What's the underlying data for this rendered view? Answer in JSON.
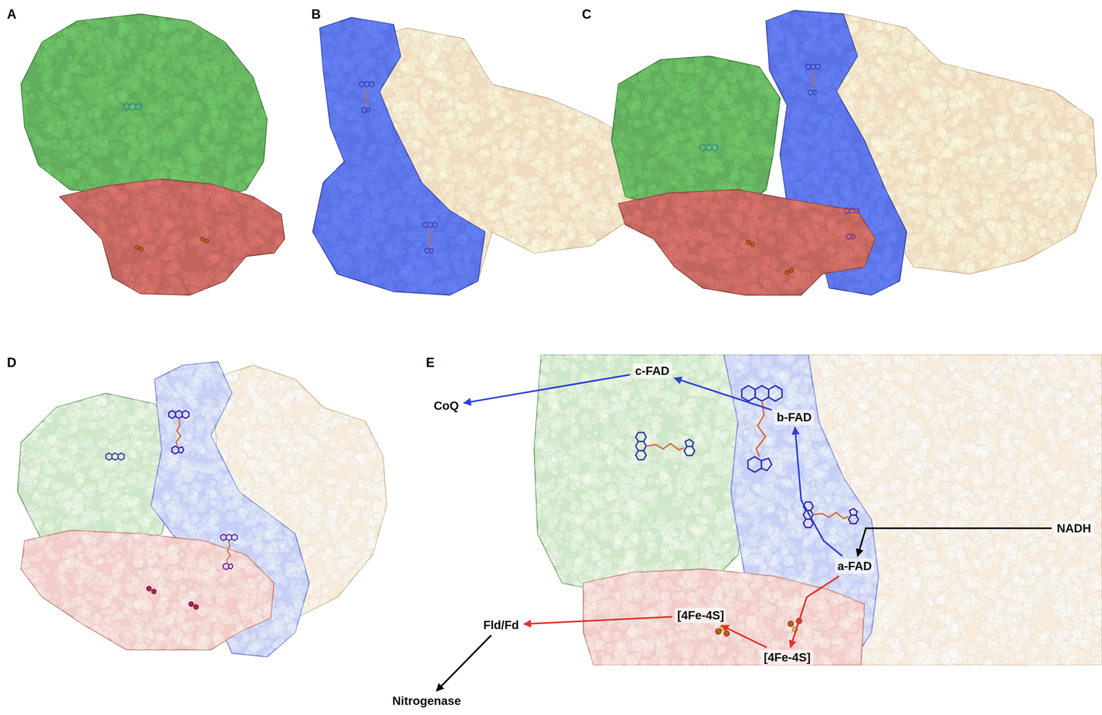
{
  "diagram": {
    "nodes": [
      {
        "text": [
          "CoQ"
        ]
      },
      {
        "text": [
          "c-FAD"
        ]
      },
      {
        "text": [
          "b-FAD"
        ]
      },
      {
        "text": [
          "NADH"
        ]
      },
      {
        "text": [
          "a-FAD"
        ]
      },
      {
        "text": [
          "[4Fe-4S]"
        ]
      },
      {
        "text": [
          "[4Fe-4S]"
        ]
      },
      {
        "text": [
          "Fld/Fd"
        ]
      },
      {
        "text": [
          "Nitrogenase"
        ]
      }
    ],
    "edges": [
      {
        "from": 1,
        "to": 0,
        "arrow": "to"
      },
      {
        "from": 2,
        "to": 1,
        "arrow": "to"
      },
      {
        "from": 4,
        "to": 2,
        "arrow": "to"
      },
      {
        "from": 3,
        "to": 4,
        "arrow": "to"
      },
      {
        "from": 4,
        "to": 6,
        "arrow": "to"
      },
      {
        "from": 6,
        "to": 5,
        "arrow": "to"
      },
      {
        "from": 5,
        "to": 7,
        "arrow": "to"
      },
      {
        "from": 7,
        "to": 8,
        "arrow": "to"
      }
    ],
    "labels": [
      "A",
      "B",
      "C",
      "D",
      "E"
    ]
  }
}
